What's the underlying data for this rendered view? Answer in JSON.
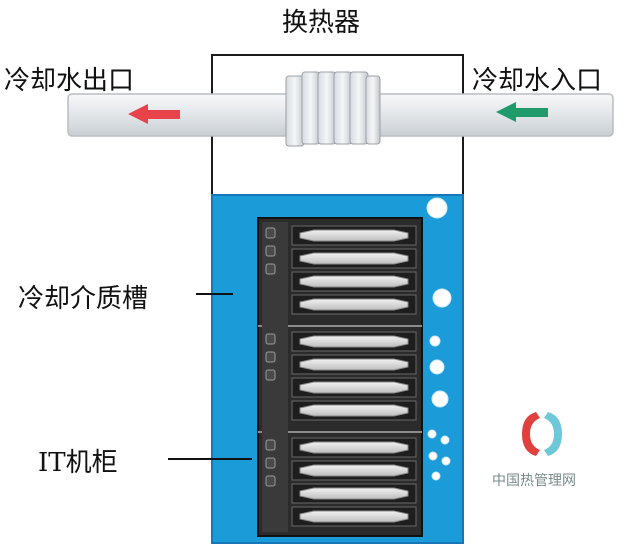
{
  "labels": {
    "heat_exchanger": "换热器",
    "coolant_outlet": "冷却水出口",
    "coolant_inlet": "冷却水入口",
    "coolant_tank": "冷却介质槽",
    "it_cabinet": "IT机柜"
  },
  "watermark": "中国热管理网",
  "colors": {
    "tank_blue": "#1b9bd8",
    "tank_border": "#1676b8",
    "pipe_gray": "#e6e8ea",
    "outlet_arrow": "#e8424a",
    "inlet_arrow": "#1f9a6b",
    "rack_dark": "#2b2b2b",
    "logo_red": "#e0413d",
    "logo_teal": "#6fc8d8"
  }
}
